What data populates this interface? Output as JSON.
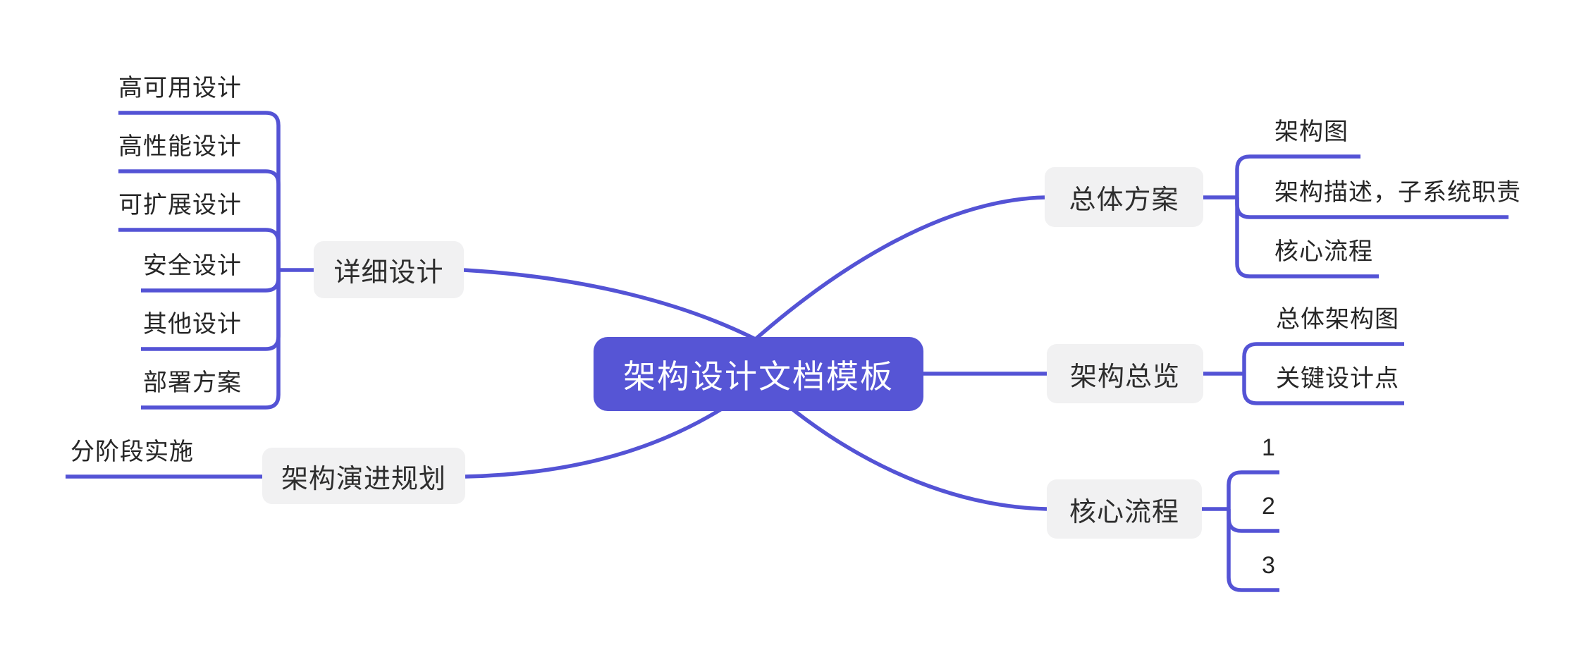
{
  "colors": {
    "line": "#5453d5",
    "root_bg": "#5655d5",
    "root_text": "#ffffff",
    "node_bg": "#f1f1f2",
    "node_text": "#2e2e2e",
    "leaf_text": "#262626",
    "canvas_bg": "#ffffff"
  },
  "root": {
    "label": "架构设计文档模板"
  },
  "branches": {
    "detailed_design": {
      "label": "详细设计",
      "children": [
        "高可用设计",
        "高性能设计",
        "可扩展设计",
        "安全设计",
        "其他设计",
        "部署方案"
      ]
    },
    "evolution_planning": {
      "label": "架构演进规划",
      "children": [
        "分阶段实施"
      ]
    },
    "overall_solution": {
      "label": "总体方案",
      "children": [
        "架构图",
        "架构描述，子系统职责",
        "核心流程"
      ]
    },
    "architecture_overview": {
      "label": "架构总览",
      "children": [
        "总体架构图",
        "关键设计点"
      ]
    },
    "core_process": {
      "label": "核心流程",
      "children": [
        "1",
        "2",
        "3"
      ]
    }
  }
}
